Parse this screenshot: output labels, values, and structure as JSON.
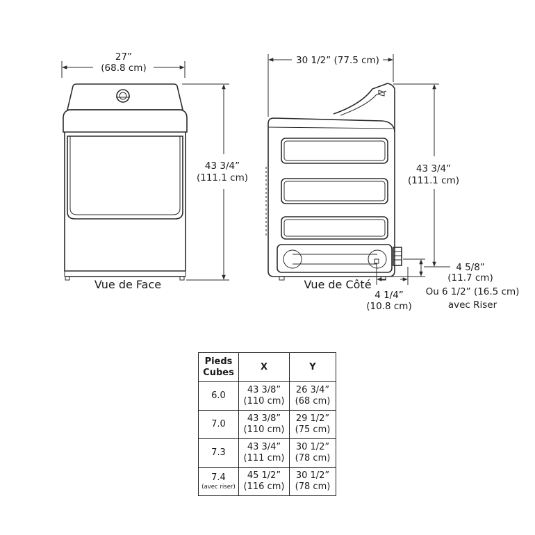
{
  "front": {
    "width_in": "27”",
    "width_cm": "(68.8 cm)",
    "height_in": "43 3/4”",
    "height_cm": "(111.1 cm)",
    "caption": "Vue de Face"
  },
  "side": {
    "depth": "30 1/2” (77.5 cm)",
    "height_in": "43 3/4”",
    "height_cm": "(111.1 cm)",
    "caption": "Vue de Côté",
    "offset_in": "4 1/4”",
    "offset_cm": "(10.8 cm)",
    "pedestal_in": "4 5/8”",
    "pedestal_cm": "(11.7 cm)",
    "riser_line1": "Ou 6 1/2” (16.5 cm)",
    "riser_line2": "avec Riser"
  },
  "table": {
    "headers": [
      "Pieds Cubes",
      "X",
      "Y"
    ],
    "header_line1": "Pieds",
    "header_line2": "Cubes",
    "rows": [
      {
        "size": "6.0",
        "note": "",
        "x_in": "43 3/8”",
        "x_cm": "(110 cm)",
        "y_in": "26 3/4”",
        "y_cm": "(68 cm)"
      },
      {
        "size": "7.0",
        "note": "",
        "x_in": "43 3/8”",
        "x_cm": "(110 cm)",
        "y_in": "29 1/2”",
        "y_cm": "(75 cm)"
      },
      {
        "size": "7.3",
        "note": "",
        "x_in": "43 3/4”",
        "x_cm": "(111 cm)",
        "y_in": "30 1/2”",
        "y_cm": "(78 cm)"
      },
      {
        "size": "7.4",
        "note": "(avec riser)",
        "x_in": "45 1/2”",
        "x_cm": "(116 cm)",
        "y_in": "30 1/2”",
        "y_cm": "(78 cm)"
      }
    ]
  }
}
